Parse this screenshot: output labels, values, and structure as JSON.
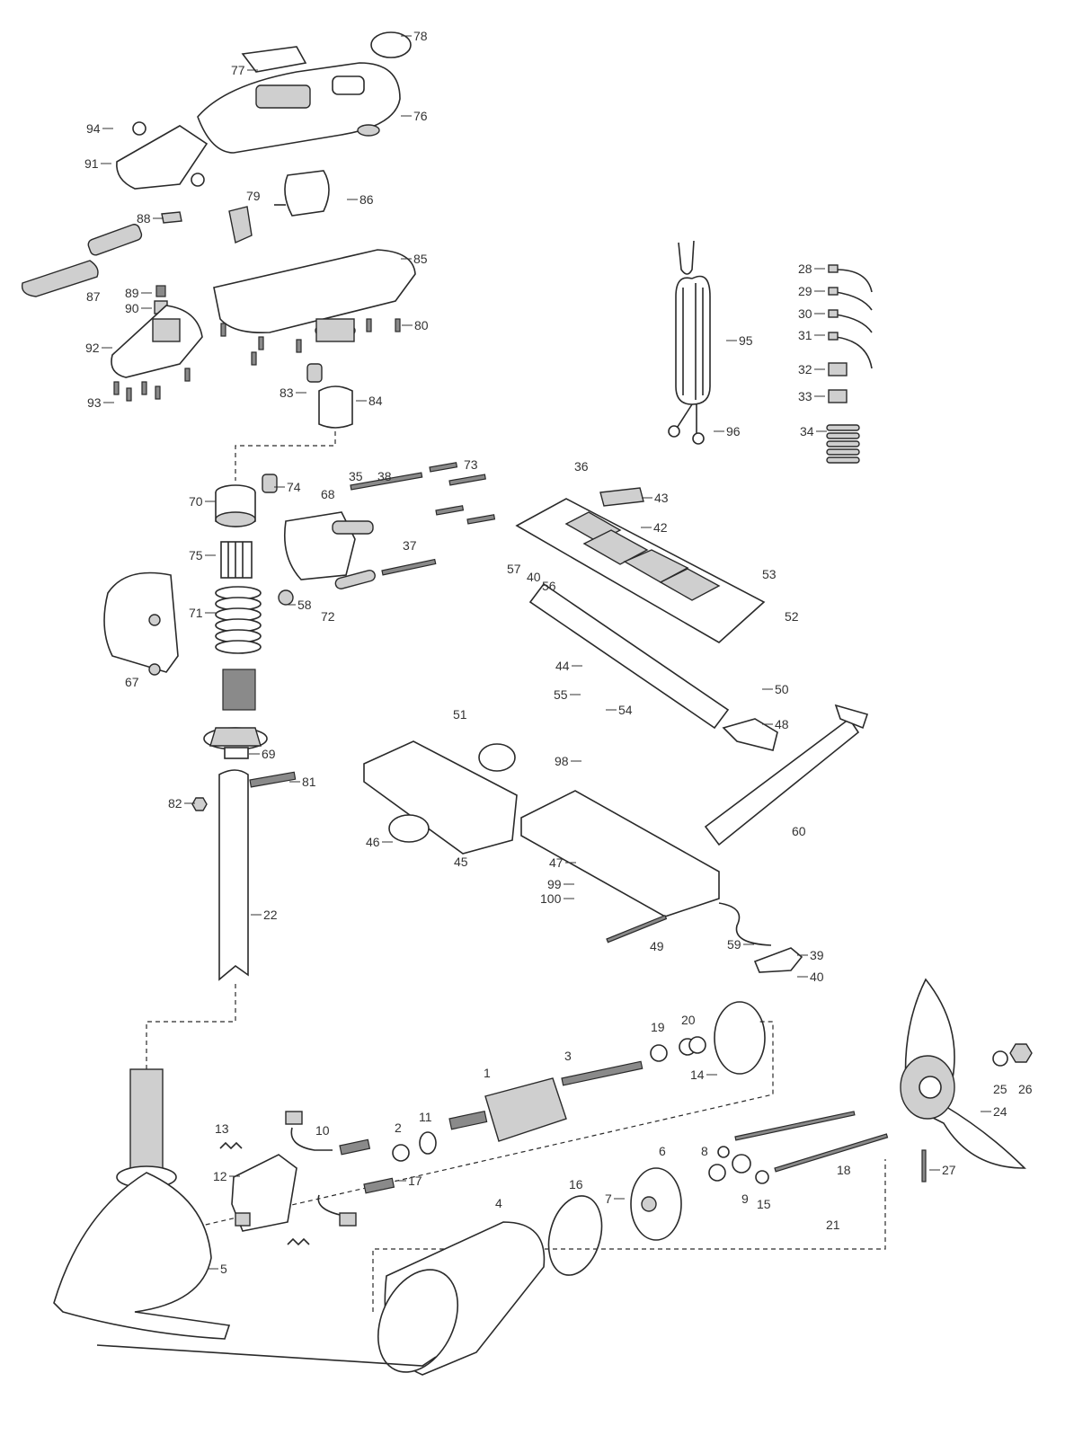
{
  "diagram": {
    "type": "exploded-parts-diagram",
    "labels": [
      "78",
      "77",
      "76",
      "94",
      "91",
      "86",
      "79",
      "88",
      "85",
      "87",
      "89",
      "90",
      "80",
      "92",
      "93",
      "83",
      "84",
      "95",
      "96",
      "28",
      "29",
      "30",
      "31",
      "32",
      "33",
      "34",
      "36",
      "43",
      "42",
      "35",
      "38",
      "73",
      "74",
      "68",
      "70",
      "37",
      "75",
      "57",
      "40",
      "56",
      "53",
      "52",
      "58",
      "72",
      "71",
      "44",
      "67",
      "50",
      "55",
      "54",
      "48",
      "51",
      "69",
      "98",
      "81",
      "82",
      "60",
      "46",
      "45",
      "47",
      "99",
      "100",
      "22",
      "49",
      "59",
      "39",
      "40",
      "19",
      "20",
      "3",
      "14",
      "1",
      "25",
      "26",
      "24",
      "13",
      "10",
      "2",
      "11",
      "8",
      "6",
      "12",
      "17",
      "18",
      "27",
      "16",
      "7",
      "9",
      "15",
      "4",
      "21",
      "5"
    ]
  }
}
